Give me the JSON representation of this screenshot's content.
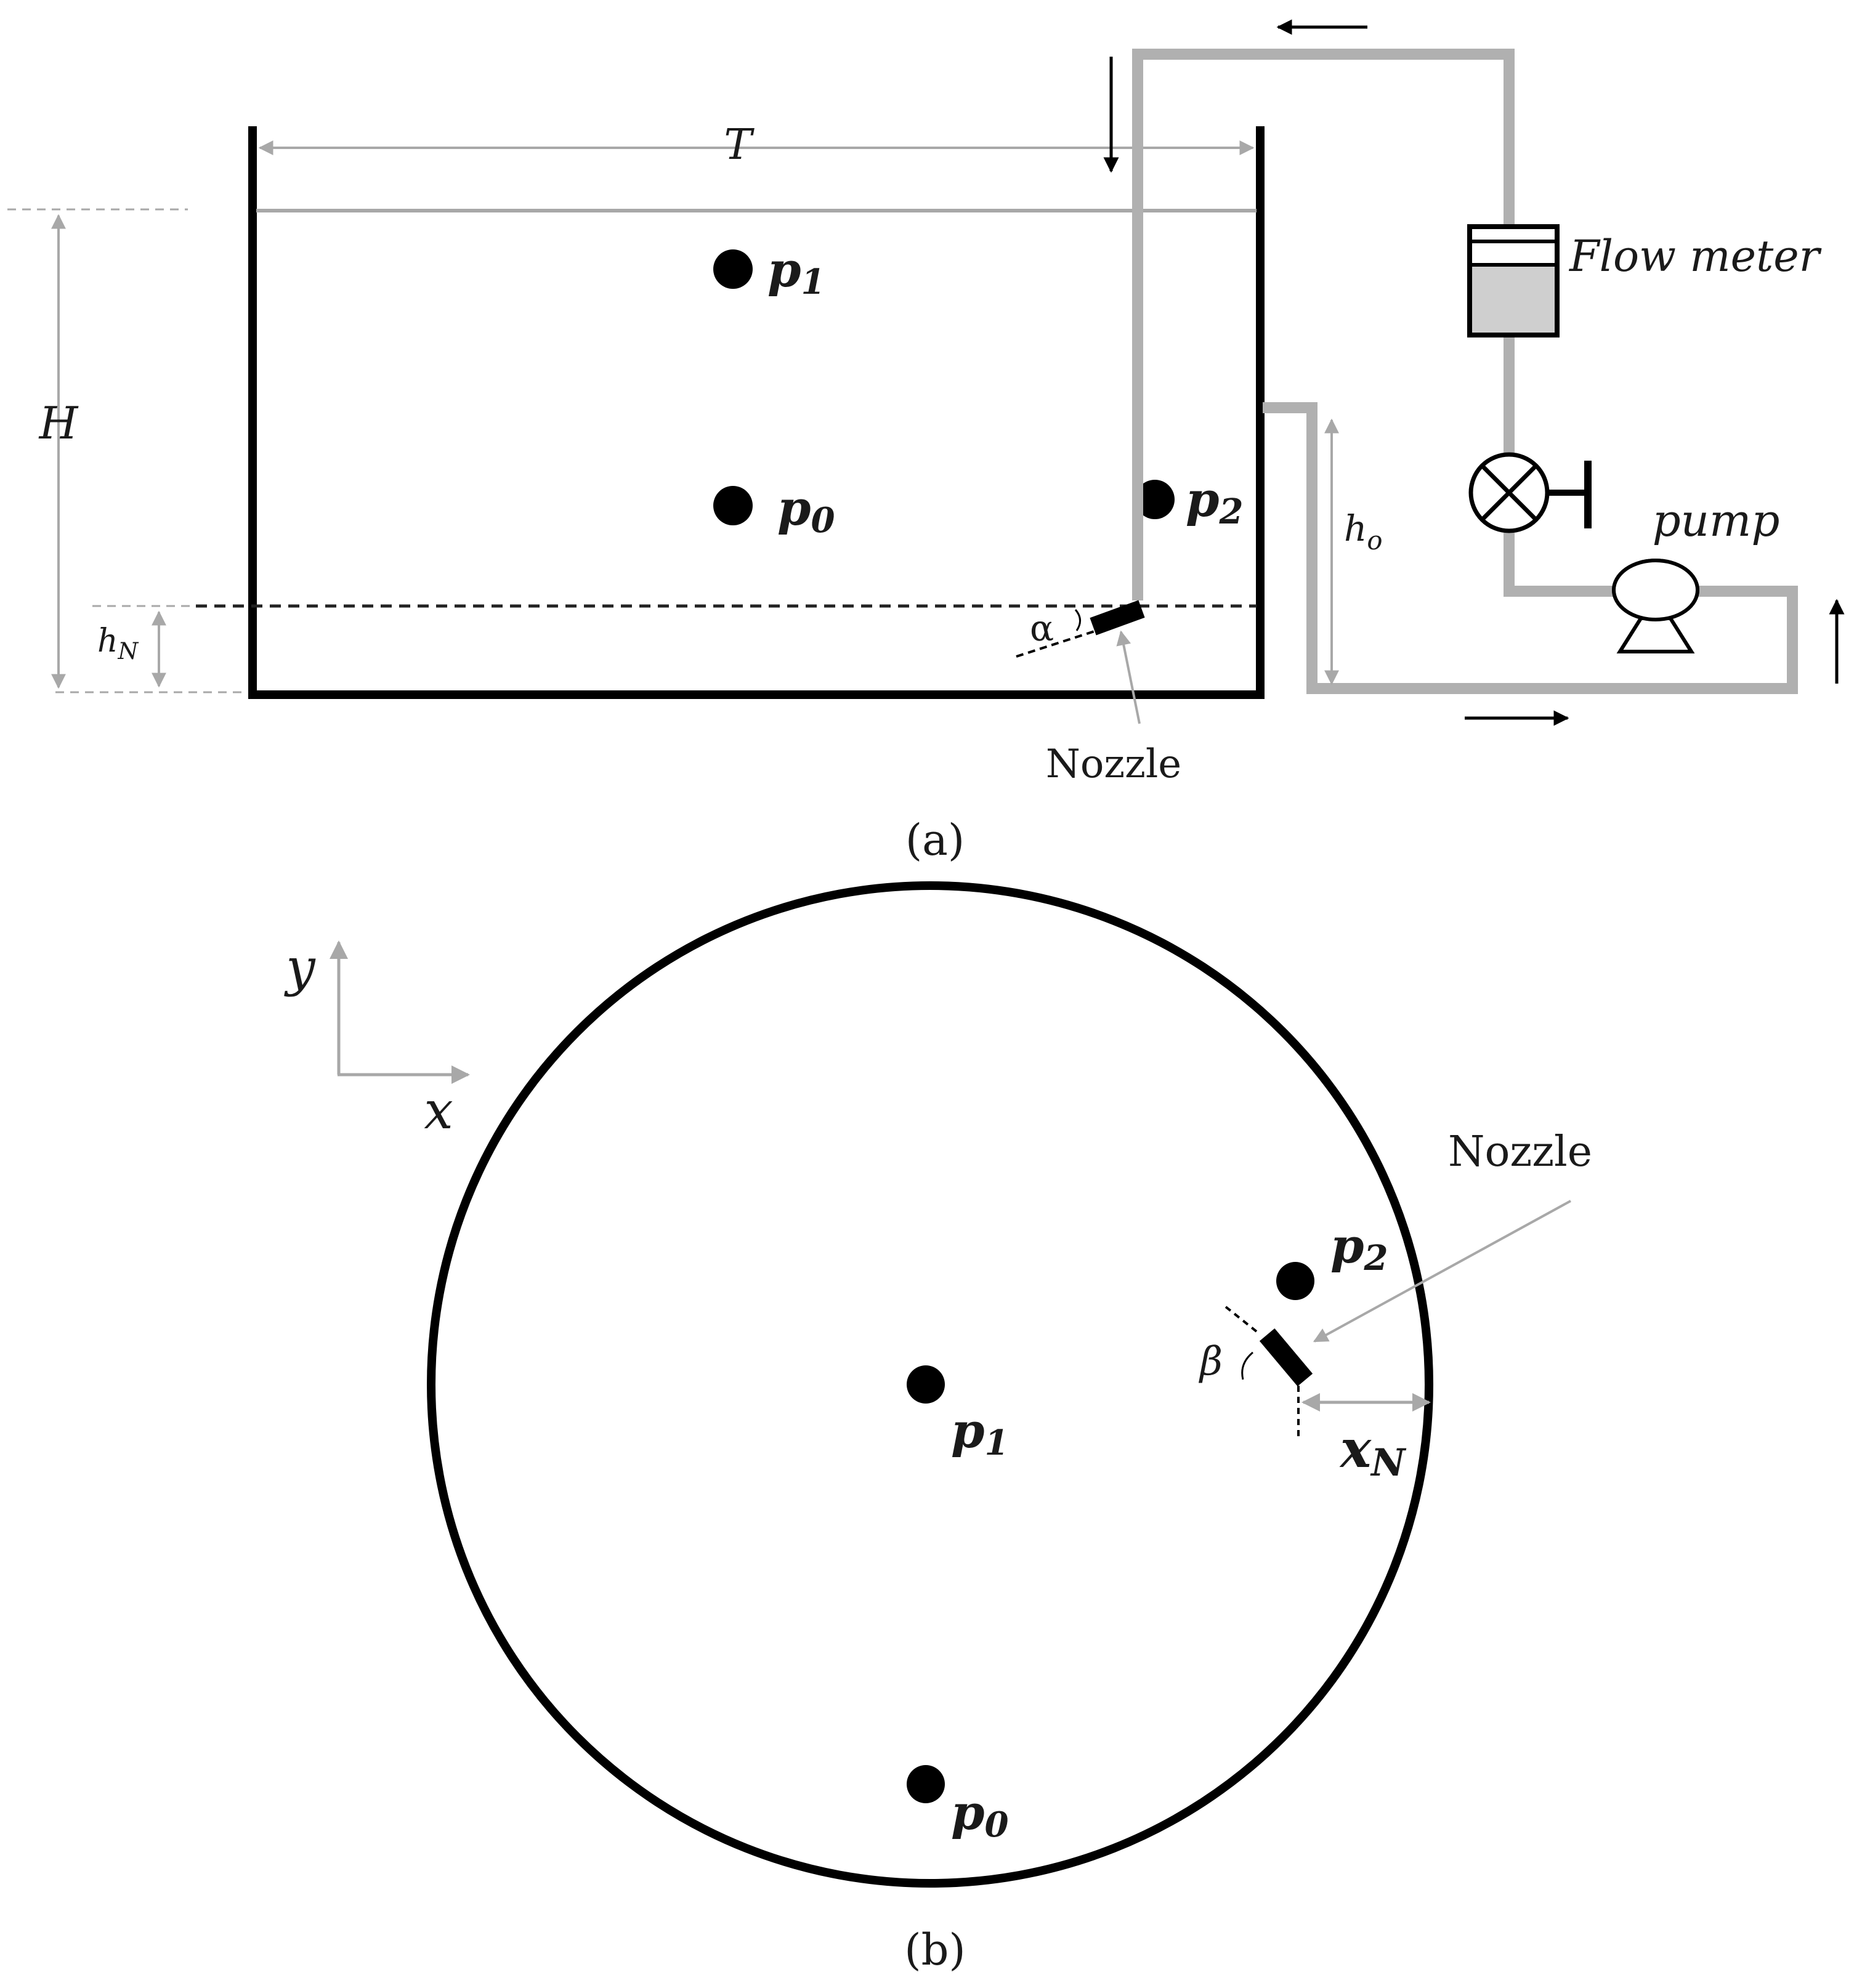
{
  "figure_a": {
    "caption": "(a)",
    "dim_T": "T",
    "dim_H": "H",
    "dim_hN_base": "h",
    "dim_hN_sub": "N",
    "dim_ho_base": "h",
    "dim_ho_sub": "o",
    "angle_alpha": "α",
    "nozzle_label": "Nozzle",
    "flow_meter_label": "Flow meter",
    "pump_label": "pump",
    "probes": [
      {
        "base": "p",
        "sub": "1"
      },
      {
        "base": "p",
        "sub": "0"
      },
      {
        "base": "p",
        "sub": "2"
      }
    ]
  },
  "figure_b": {
    "caption": "(b)",
    "axis_x": "x",
    "axis_y": "y",
    "angle_beta": "β",
    "nozzle_label": "Nozzle",
    "dim_xN_base": "x",
    "dim_xN_sub": "N",
    "probes": [
      {
        "base": "p",
        "sub": "2"
      },
      {
        "base": "p",
        "sub": "1"
      },
      {
        "base": "p",
        "sub": "0"
      }
    ]
  },
  "colors": {
    "ink": "#000000",
    "pipe": "#b0b0b0",
    "dimension": "#a8a8a8",
    "flow_meter_fill": "#cfcfcf"
  }
}
